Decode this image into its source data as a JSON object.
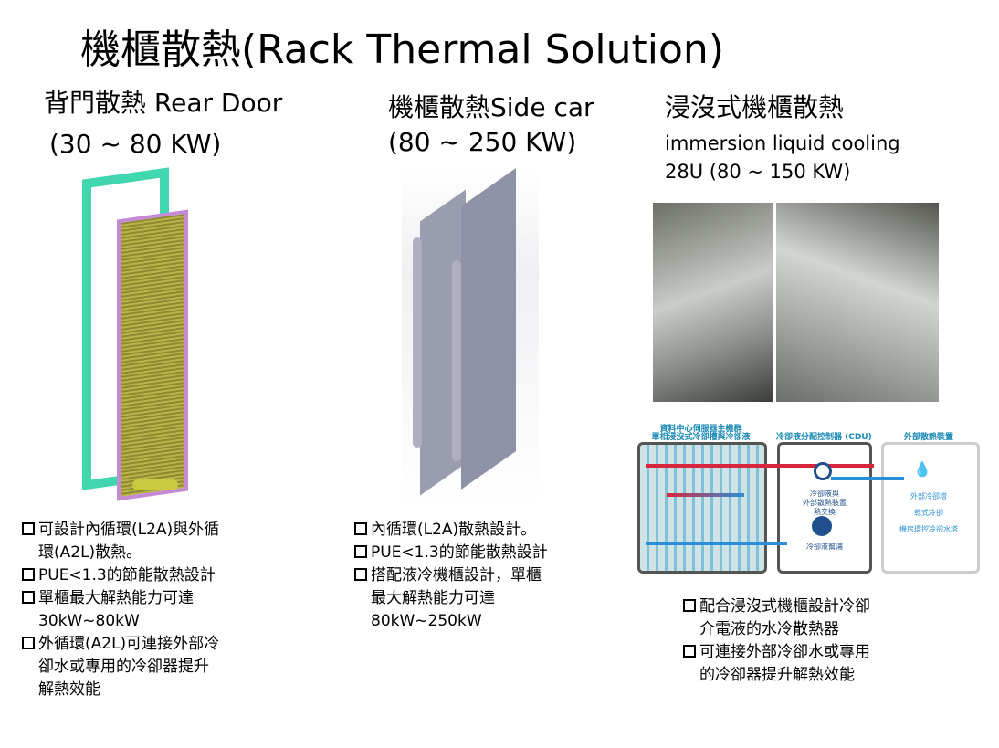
{
  "title": "機櫃散熱(Rack Thermal Solution)",
  "columns": [
    {
      "heading": "背門散熱 Rear Door",
      "sub": "(30 ~ 80 KW)",
      "bullets": [
        [
          "可設計內循環(L2A)與外循",
          "環(A2L)散熱。"
        ],
        [
          "PUE<1.3的節能散熱設計"
        ],
        [
          "單櫃最大解熱能力可達",
          "30kW~80kW"
        ],
        [
          "外循環(A2L)可連接外部冷",
          "卻水或專用的冷卻器提升",
          "解熱效能"
        ]
      ]
    },
    {
      "heading": "機櫃散熱Side car",
      "sub": "(80 ~ 250 KW)",
      "bullets": [
        [
          "內循環(L2A)散熱設計。"
        ],
        [
          "PUE<1.3的節能散熱設計"
        ],
        [
          "搭配液冷機櫃設計，單櫃",
          "最大解熱能力可達",
          "80kW~250kW"
        ]
      ]
    },
    {
      "heading": "浸沒式機櫃散熱",
      "sub": "immersion liquid cooling",
      "sub2": "28U (80 ~ 150 KW)",
      "bullets": [
        [
          "配合浸沒式機櫃設計冷卻",
          "介電液的水冷散熱器"
        ],
        [
          "可連接外部冷卻水或專用",
          "的冷卻器提升解熱效能"
        ]
      ]
    }
  ],
  "diagram": {
    "tank_label1": "資料中心伺服器主機群",
    "tank_label2": "單相浸沒式冷卻槽與冷卻液",
    "cdu_label": "冷卻液分配控制器 (CDU)",
    "ext_label": "外部散熱裝置",
    "hx1": "冷卻液與",
    "hx2": "外部散熱裝置",
    "hx3": "熱交換",
    "pump": "冷卻液幫浦",
    "ext1": "外部冷卻塔",
    "ext2": "乾式冷卻",
    "ext3": "機房環控冷卻水塔",
    "colors": {
      "hot": "#d9263e",
      "cold": "#2a8fd6",
      "liquid": "#cfe3e6"
    }
  }
}
